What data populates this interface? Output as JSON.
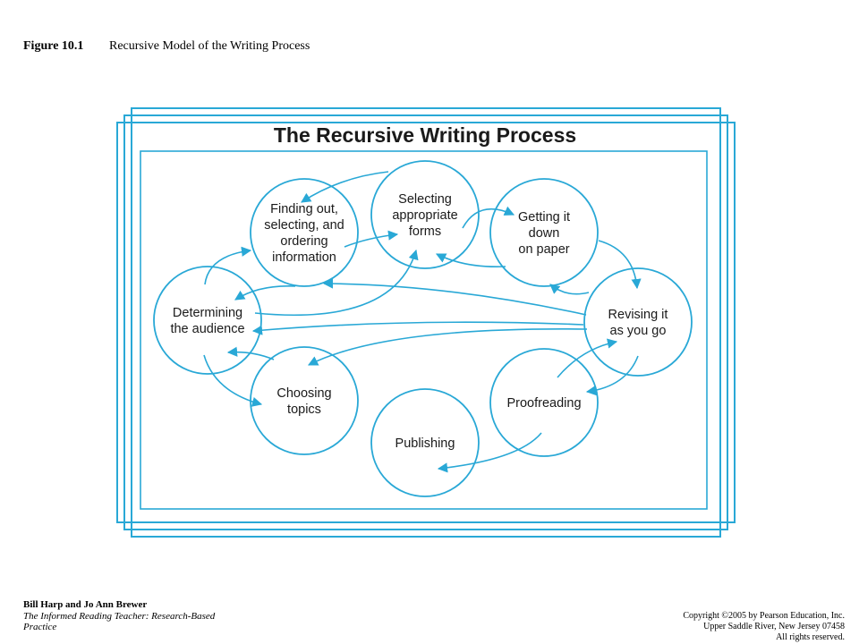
{
  "caption": {
    "number": "Figure 10.1",
    "title": "Recursive Model of the Writing Process"
  },
  "diagram": {
    "title": "The Recursive Writing Process",
    "stroke_color": "#29a8d6",
    "nodes": [
      {
        "id": "finding",
        "lines": [
          "Finding out,",
          "selecting, and",
          "ordering",
          "information"
        ]
      },
      {
        "id": "selecting",
        "lines": [
          "Selecting",
          "appropriate",
          "forms"
        ]
      },
      {
        "id": "getting",
        "lines": [
          "Getting it",
          "down",
          "on paper"
        ]
      },
      {
        "id": "determining",
        "lines": [
          "Determining",
          "the audience"
        ]
      },
      {
        "id": "revising",
        "lines": [
          "Revising it",
          "as you go"
        ]
      },
      {
        "id": "choosing",
        "lines": [
          "Choosing",
          "topics"
        ]
      },
      {
        "id": "proofreading",
        "lines": [
          "Proofreading"
        ]
      },
      {
        "id": "publishing",
        "lines": [
          "Publishing"
        ]
      }
    ]
  },
  "footer": {
    "authors": "Bill Harp and Jo Ann Brewer",
    "book": "The Informed Reading Teacher: Research-Based Practice",
    "copyright": [
      "Copyright ©2005 by Pearson Education, Inc.",
      "Upper Saddle River, New Jersey 07458",
      "All rights reserved."
    ]
  }
}
